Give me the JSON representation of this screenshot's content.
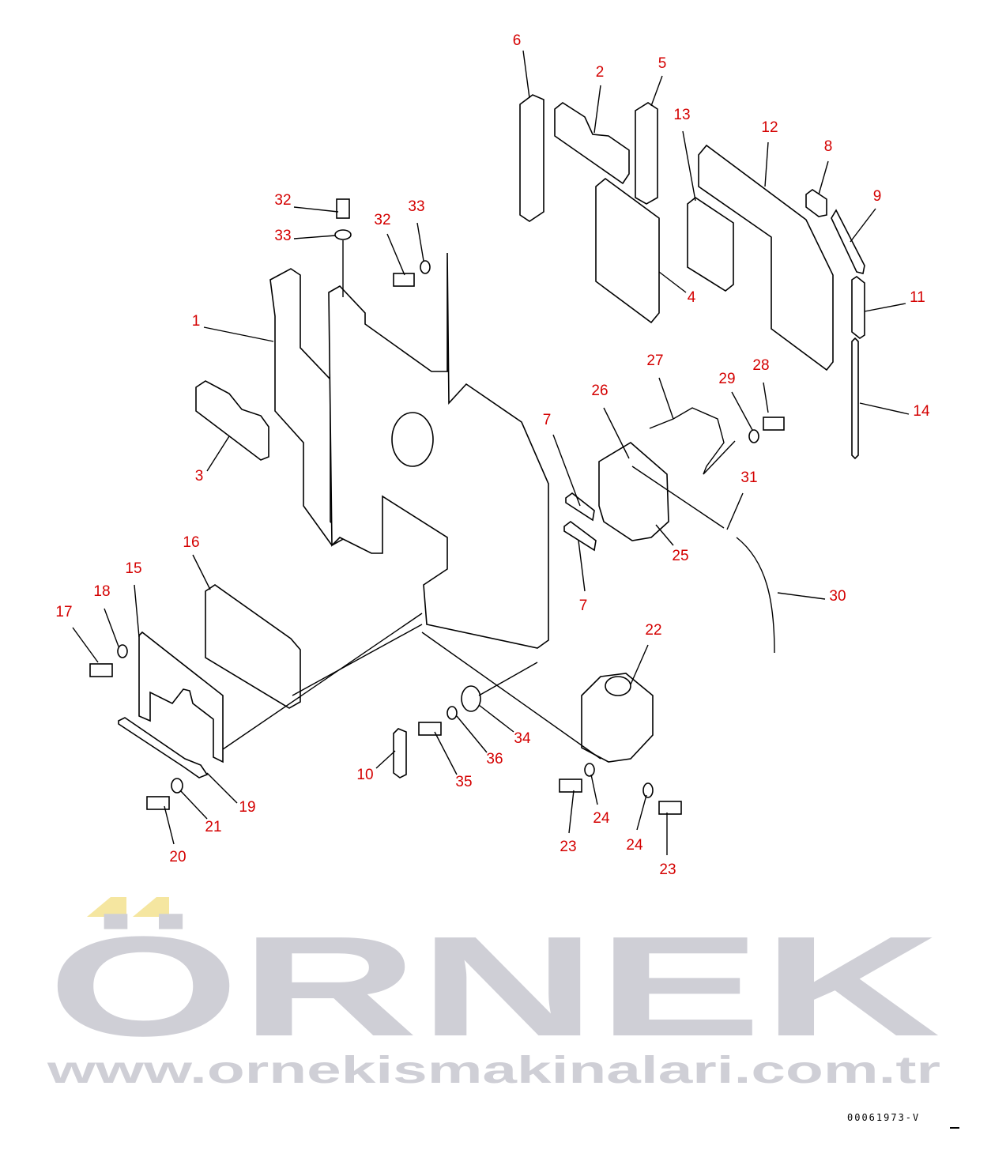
{
  "diagram_code": "00061973-V",
  "watermark": {
    "brand": "ÖRNEK",
    "url": "www.ornekismakinalari.com.tr"
  },
  "colors": {
    "callout": "#d40000",
    "watermark": "#cfcfd6",
    "accent": "#f5e6a0"
  },
  "labels": [
    "6",
    "2",
    "5",
    "13",
    "12",
    "8",
    "9",
    "11",
    "4",
    "14",
    "32",
    "33",
    "32",
    "33",
    "1",
    "3",
    "27",
    "26",
    "29",
    "28",
    "7",
    "31",
    "25",
    "7",
    "30",
    "16",
    "15",
    "18",
    "17",
    "22",
    "34",
    "36",
    "35",
    "10",
    "19",
    "21",
    "20",
    "23",
    "24",
    "24",
    "23"
  ]
}
